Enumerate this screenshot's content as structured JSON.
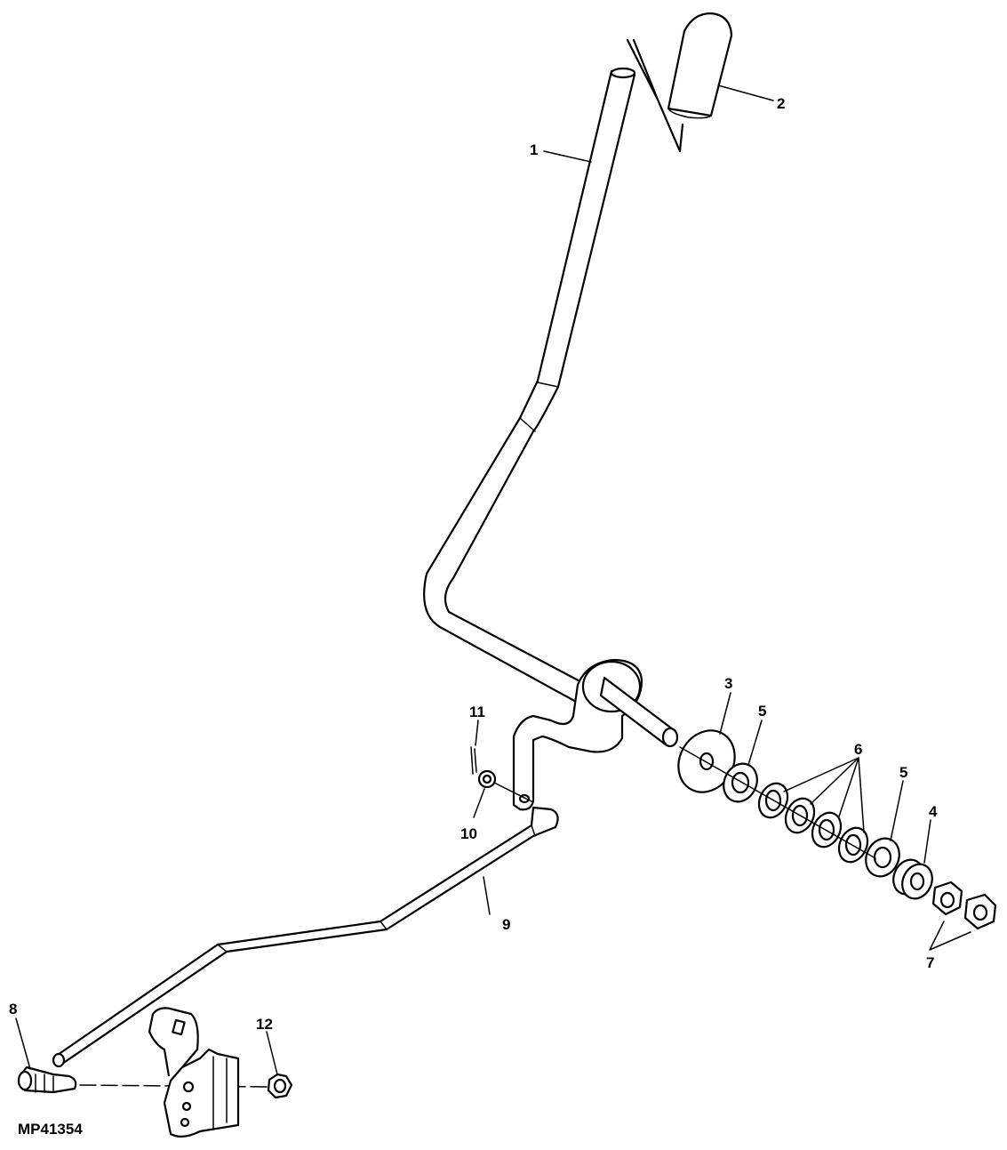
{
  "figure_code": "MP41354",
  "callouts": [
    {
      "id": "1",
      "text": "1"
    },
    {
      "id": "2",
      "text": "2"
    },
    {
      "id": "3",
      "text": "3"
    },
    {
      "id": "4",
      "text": "4"
    },
    {
      "id": "5a",
      "text": "5"
    },
    {
      "id": "5b",
      "text": "5"
    },
    {
      "id": "6",
      "text": "6"
    },
    {
      "id": "7",
      "text": "7"
    },
    {
      "id": "8",
      "text": "8"
    },
    {
      "id": "9",
      "text": "9"
    },
    {
      "id": "10",
      "text": "10"
    },
    {
      "id": "11",
      "text": "11"
    },
    {
      "id": "12",
      "text": "12"
    }
  ]
}
